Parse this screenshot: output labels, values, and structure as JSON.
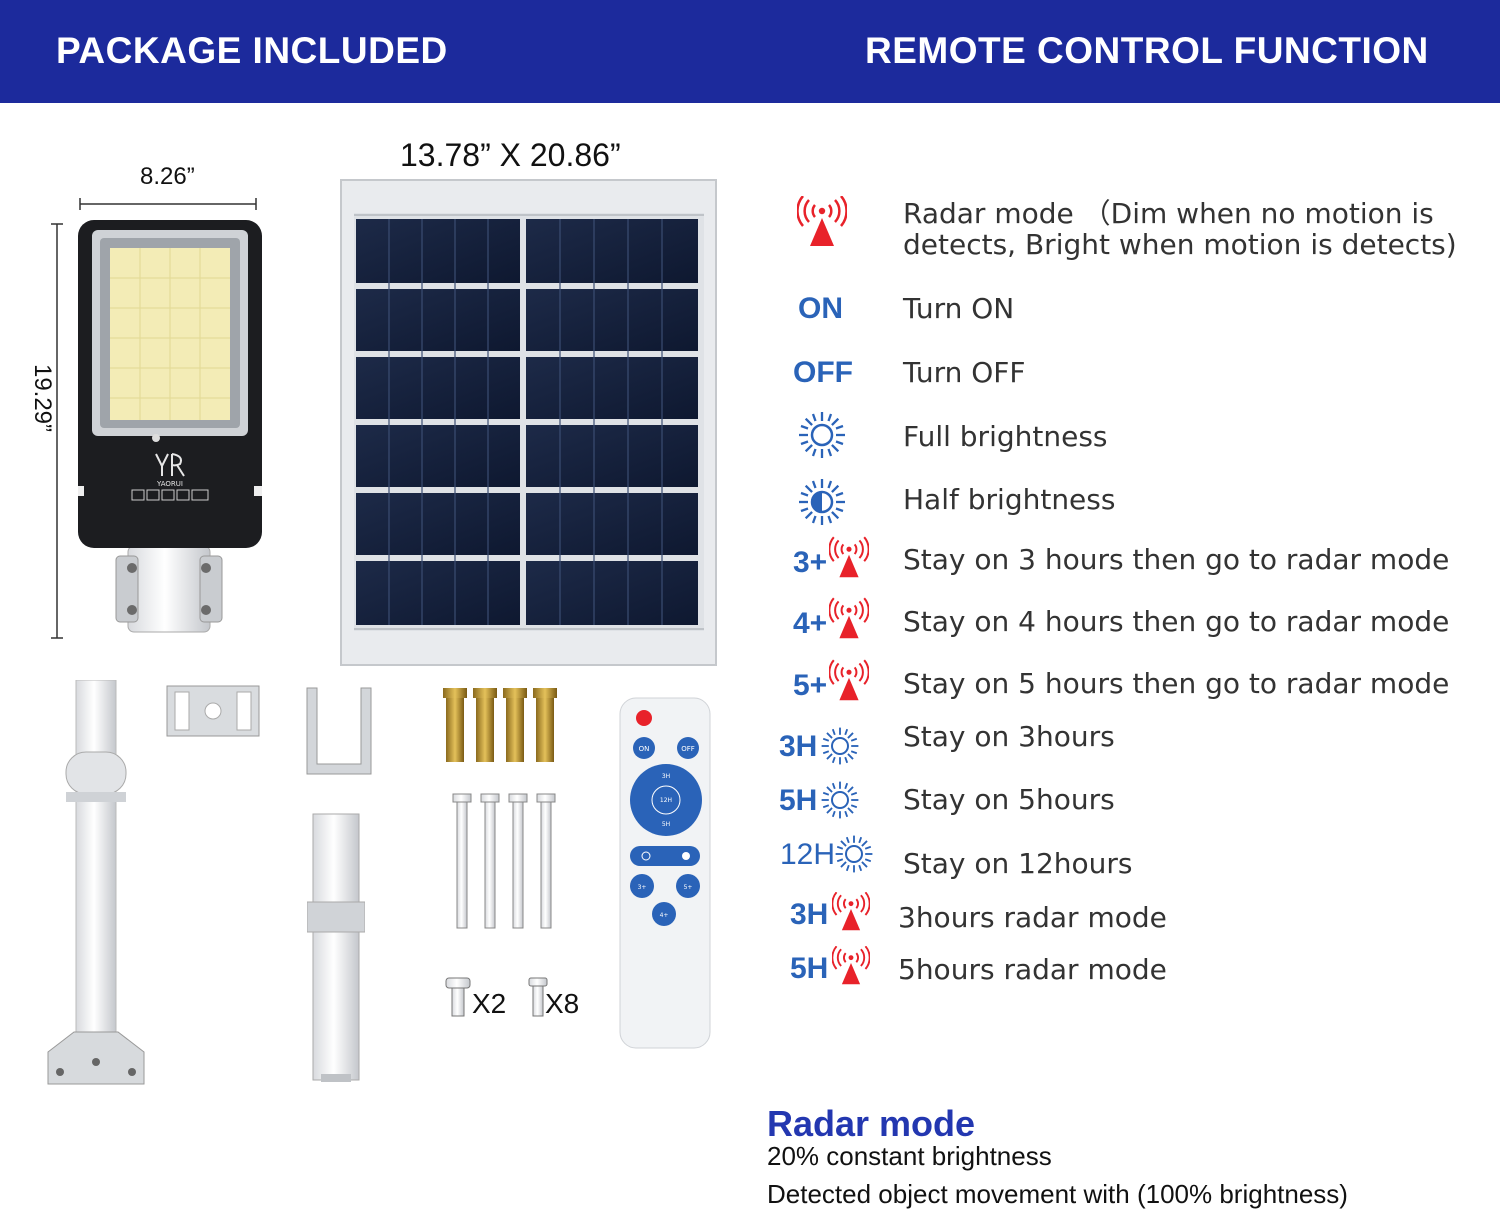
{
  "header": {
    "left_title": "PACKAGE INCLUDED",
    "right_title": "REMOTE CONTROL FUNCTION"
  },
  "dimensions": {
    "lamp_width": "8.26”",
    "lamp_height": "19.29”",
    "panel_size": "13.78” X 20.86”"
  },
  "lamp": {
    "brand": "YAORUI"
  },
  "accessories": {
    "screw_small_qty": "X2",
    "screw_large_qty": "X8"
  },
  "remote": {
    "btn_on": "ON",
    "btn_off": "OFF",
    "btn_3h": "3H",
    "btn_12h": "12H",
    "btn_5h": "5H",
    "btn_3plus": "3+",
    "btn_5plus": "5+",
    "btn_4plus": "4+"
  },
  "modes": [
    {
      "code": "",
      "icon": "radar-icon",
      "label_line1": "Radar mode （Dim when no motion is",
      "label_line2": "detects, Bright when motion is detects)"
    },
    {
      "code": "ON",
      "icon": "",
      "label": "Turn ON"
    },
    {
      "code": "OFF",
      "icon": "",
      "label": "Turn OFF"
    },
    {
      "code": "",
      "icon": "sun-icon",
      "label": "Full brightness"
    },
    {
      "code": "",
      "icon": "half-sun-icon",
      "label": "Half brightness"
    },
    {
      "code": "3+",
      "icon": "radar-icon",
      "label": "Stay on 3 hours then go to radar mode"
    },
    {
      "code": "4+",
      "icon": "radar-icon",
      "label": "Stay on 4 hours then go to radar mode"
    },
    {
      "code": "5+",
      "icon": "radar-icon",
      "label": "Stay on 5 hours then go to radar mode"
    },
    {
      "code": "3H",
      "icon": "sun-icon",
      "label": "Stay on 3hours"
    },
    {
      "code": "5H",
      "icon": "sun-icon",
      "label": "Stay on 5hours"
    },
    {
      "code": "12H",
      "icon": "sun-icon",
      "label": "Stay on 12hours"
    },
    {
      "code": "3H",
      "icon": "radar-icon",
      "label": "3hours radar mode"
    },
    {
      "code": "5H",
      "icon": "radar-icon",
      "label": "5hours radar mode"
    }
  ],
  "note": {
    "title": "Radar mode",
    "line1": "20% constant brightness",
    "line2": "Detected object movement with (100% brightness)"
  },
  "colors": {
    "header_bg": "#1c2a9c",
    "accent_blue": "#2a63b8",
    "radar_red": "#e8222a",
    "note_title": "#2337b0"
  }
}
